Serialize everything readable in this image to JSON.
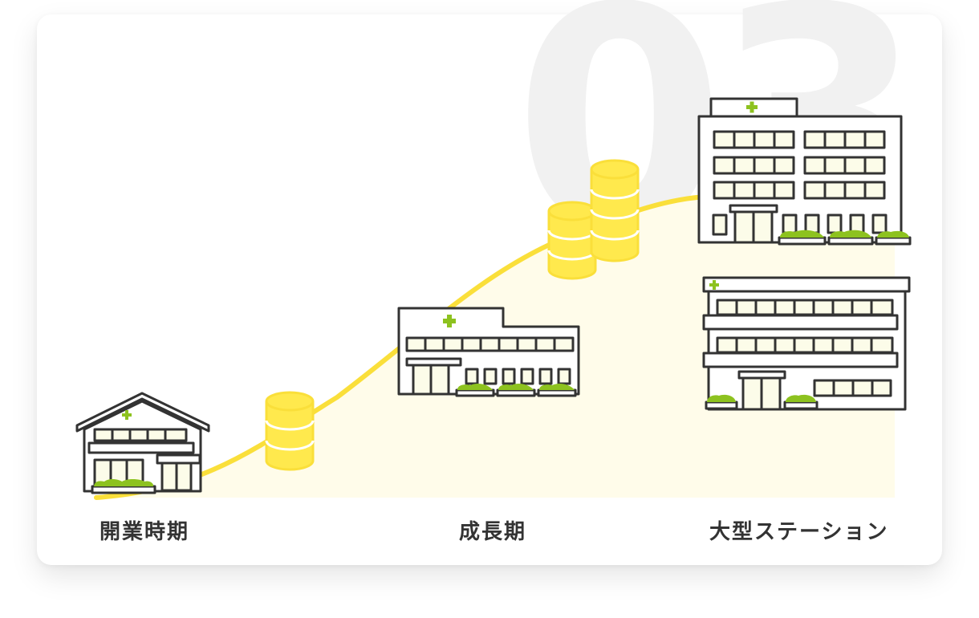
{
  "step_number": "03",
  "stages": [
    {
      "label": "開業時期"
    },
    {
      "label": "成長期"
    },
    {
      "label": "大型ステーション"
    }
  ],
  "colors": {
    "curve": "#fadf3a",
    "coin": "#ffe94d",
    "area": "#fffcea",
    "cross": "#8dc21f",
    "shrub": "#8dc21f",
    "window": "#fcfce9",
    "outline": "#333333",
    "watermark": "#f1f1f1"
  },
  "icons": [
    "clinic-small-icon",
    "clinic-medium-icon",
    "hospital-tall-icon",
    "hospital-wide-icon",
    "coin-stack-icon"
  ]
}
